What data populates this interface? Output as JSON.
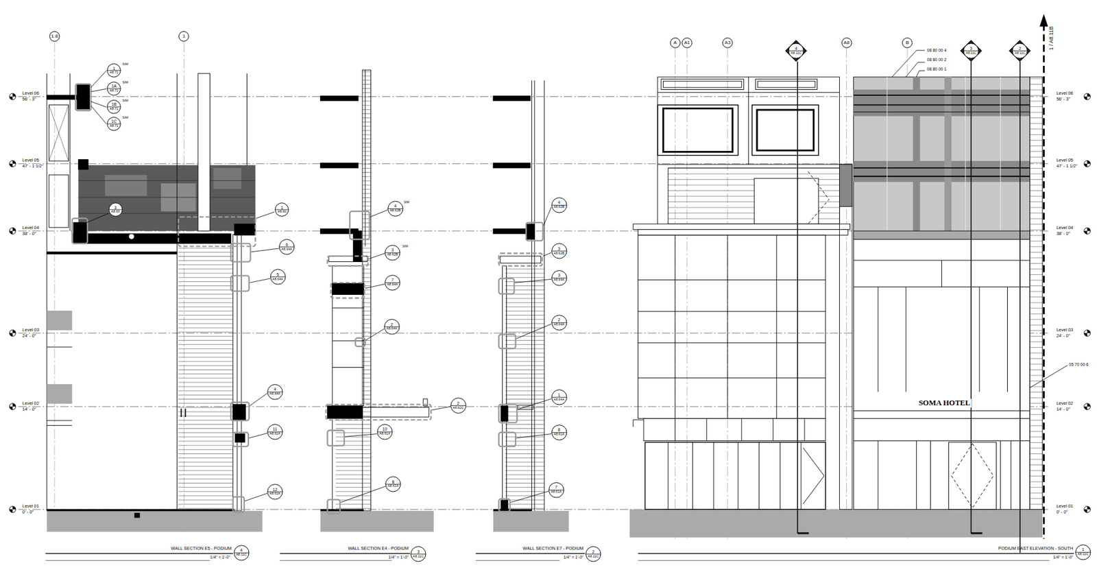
{
  "diagram": {
    "nodes": [
      {
        "text": [
          "1.8"
        ]
      },
      {
        "text": [
          "1"
        ]
      },
      {
        "text": [
          "A"
        ]
      },
      {
        "text": [
          "A1"
        ]
      },
      {
        "text": [
          "A3"
        ]
      },
      {
        "text": [
          "A8"
        ]
      },
      {
        "text": [
          "B"
        ]
      },
      {
        "text": [
          "4",
          "A8.11C"
        ]
      },
      {
        "text": [
          "3",
          "A8.11C"
        ]
      },
      {
        "text": [
          "2",
          "A8.11C"
        ]
      },
      {
        "text": [
          "1",
          "A8.71"
        ]
      },
      {
        "text": [
          "1A",
          "A8.71"
        ]
      },
      {
        "text": [
          "1B",
          "A8.71"
        ]
      },
      {
        "text": [
          "1C",
          "A8.71"
        ]
      },
      {
        "text": [
          "3",
          "A8.60"
        ]
      },
      {
        "text": [
          "1",
          "A8.60"
        ]
      },
      {
        "text": [
          "6",
          "A8.64A"
        ]
      },
      {
        "text": [
          "5",
          "A8.64A"
        ]
      },
      {
        "text": [
          "4",
          "A8.64A"
        ]
      },
      {
        "text": [
          "11",
          "A8.61A"
        ]
      },
      {
        "text": [
          "12",
          "A8.61A"
        ]
      },
      {
        "text": [
          "4",
          "A8.62B"
        ]
      },
      {
        "text": [
          "3",
          "A8.62B"
        ]
      },
      {
        "text": [
          "7",
          "A8.64A"
        ]
      },
      {
        "text": [
          "2",
          "A8.64A"
        ]
      },
      {
        "text": [
          "2",
          "A8.62C"
        ]
      },
      {
        "text": [
          "10",
          "A8.61A"
        ]
      },
      {
        "text": [
          "8",
          "A8.61A"
        ]
      },
      {
        "text": [
          "4",
          "A8.62B"
        ]
      },
      {
        "text": [
          "3",
          "A8.62B"
        ]
      },
      {
        "text": [
          "3",
          "A8.64A"
        ]
      },
      {
        "text": [
          "2",
          "A8.64A"
        ]
      },
      {
        "text": [
          "1",
          "A8.64A"
        ]
      },
      {
        "text": [
          "8",
          "A8.61A"
        ]
      },
      {
        "text": [
          "7",
          "A8.61A"
        ]
      },
      {
        "text": [
          "4",
          "A8.11C"
        ]
      },
      {
        "text": [
          "3",
          "A8.11C"
        ]
      },
      {
        "text": [
          "2",
          "A8.11C"
        ]
      },
      {
        "text": [
          "1",
          "A8.11C"
        ]
      }
    ],
    "labels": [
      "SIM",
      "SIM",
      "SIM",
      "SIM",
      "SIM",
      "SIM",
      "Level 06",
      "56' - 3\"",
      "Level 05",
      "47' - 1 1/2\"",
      "Level 04",
      "38' - 0\"",
      "Level 03",
      "24' - 0\"",
      "Level 02",
      "14' - 0\"",
      "Level 01",
      "0' - 0\"",
      "Level 06",
      "56' - 3\"",
      "Level 05",
      "47' - 1 1/2\"",
      "Level 04",
      "38' - 0\"",
      "Level 03",
      "24' - 0\"",
      "Level 02",
      "14' - 0\"",
      "Level 01",
      "0' - 0\"",
      "08 80 00 4",
      "08 80 00 2",
      "08 80 00 1",
      "05 70 00 6",
      "SOMA HOTEL",
      "1 / A8.11B",
      "WALL SECTION E5 - PODIUM",
      "1/4\" = 1'-0\"",
      "WALL SECTION E4 - PODIUM",
      "1/4\" = 1'-0\"",
      "WALL SECTION E7 - PODIUM",
      "1/4\" = 1'-0\"",
      "PODIUM EAST ELEVATION - SOUTH",
      "1/4\" = 1'-0\""
    ]
  }
}
